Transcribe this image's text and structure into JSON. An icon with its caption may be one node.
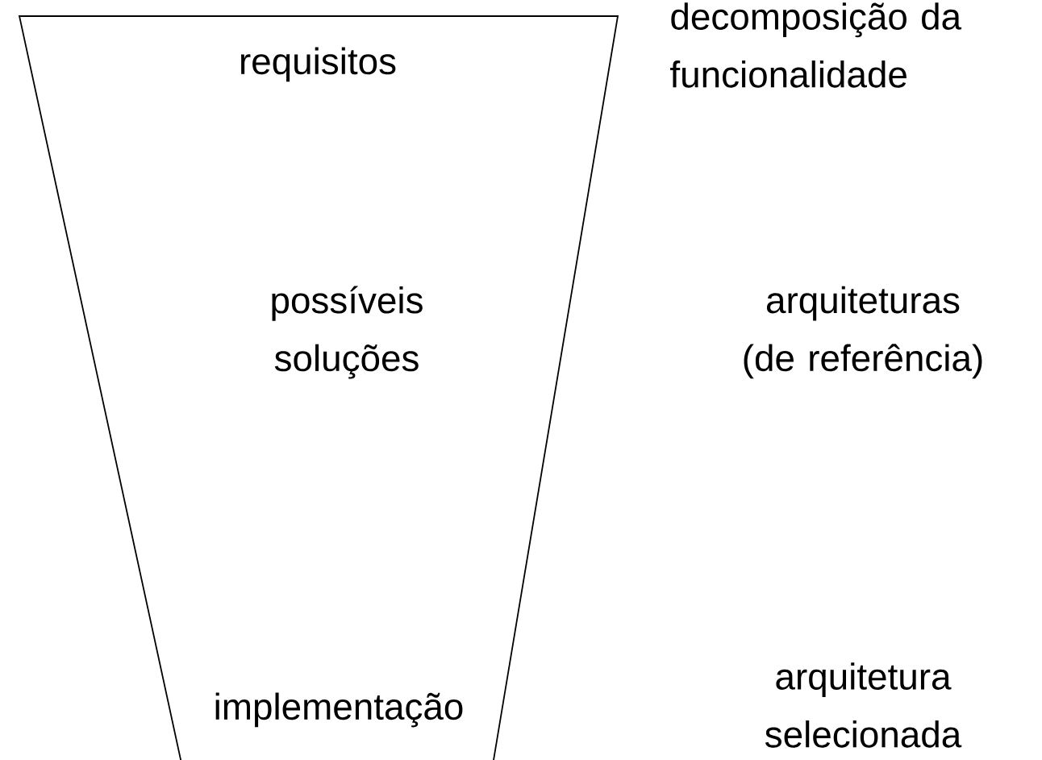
{
  "diagram": {
    "nodes": [
      {
        "text": [
          "requisitos",
          "possíveis soluções",
          "implementação"
        ]
      }
    ],
    "edges": [],
    "labels": [
      "decomposição da funcionalidade",
      "arquiteturas (de referência)",
      "arquitetura selecionada"
    ]
  }
}
